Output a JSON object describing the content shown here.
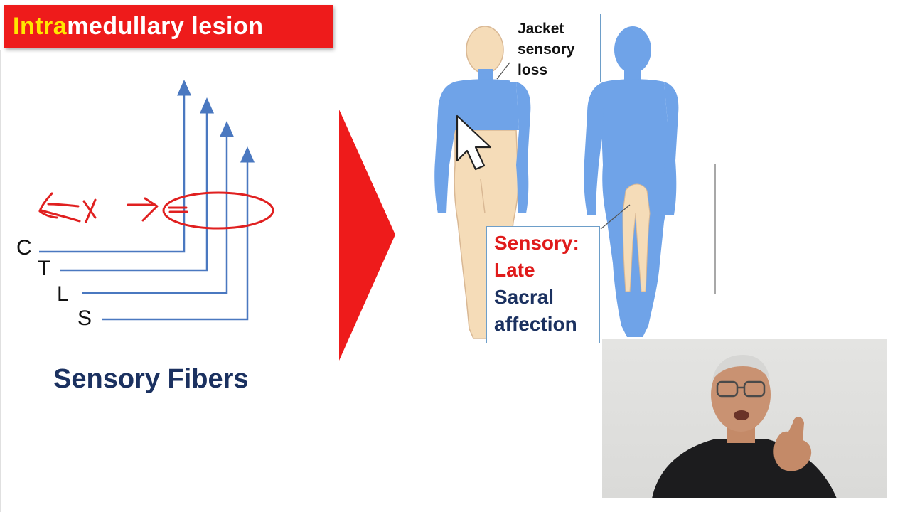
{
  "title": {
    "highlight": "Intra",
    "rest": "medullary lesion"
  },
  "fiber_diagram": {
    "segments": [
      "C",
      "T",
      "L",
      "S"
    ],
    "caption": "Sensory Fibers",
    "annotation": "handwritten marks"
  },
  "callouts": {
    "jacket": {
      "lines": [
        "Jacket",
        "sensory",
        "loss"
      ]
    },
    "sacral": {
      "line1": "Sensory:",
      "line2": "Late",
      "line3": "Sacral",
      "line4": "affection"
    }
  },
  "colors": {
    "banner_red": "#ee1b1b",
    "banner_highlight": "#ffe600",
    "fiber_blue": "#4a78c0",
    "affected_blue": "#6fa3e8",
    "skin": "#f5dcb8",
    "caption_navy": "#1b3160",
    "callout_red": "#e01b1b"
  },
  "icons": {
    "arrow": "big-red-arrow-icon",
    "cursor": "mouse-cursor-icon"
  }
}
